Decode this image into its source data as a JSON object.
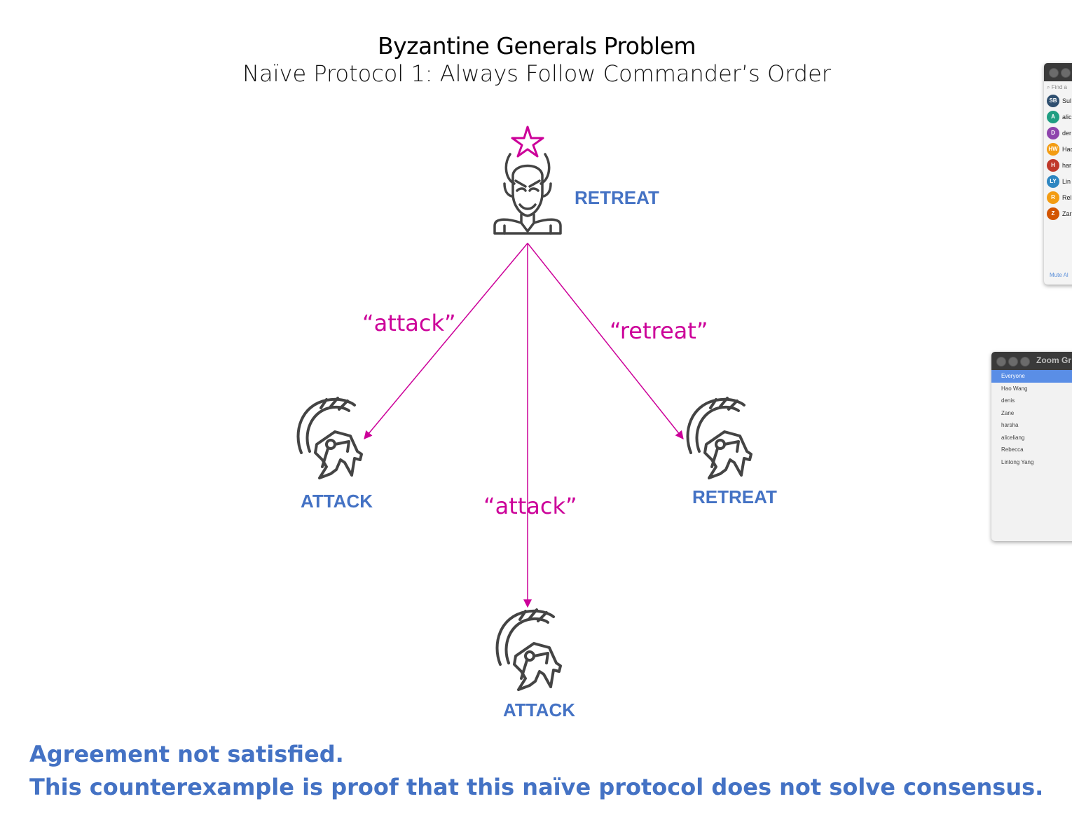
{
  "slide": {
    "title": "Byzantine Generals Problem",
    "subtitle": "Naïve Protocol 1: Always Follow Commander’s Order",
    "commander_decision": "RETREAT",
    "messages": {
      "left": "“attack”",
      "middle": "“attack”",
      "right": "“retreat”"
    },
    "lieutenants": {
      "left": "ATTACK",
      "bottom": "ATTACK",
      "right": "RETREAT"
    },
    "conclusion_line1": "Agreement not satisfied.",
    "conclusion_line2": "This counterexample is proof that this naïve protocol does not solve consensus.",
    "colors": {
      "decision": "#4472c4",
      "message": "#cc0099",
      "icon": "#444444"
    },
    "icons": {
      "commander": "devil-icon",
      "commander_marker": "star-icon",
      "lieutenant": "spartan-helmet-icon"
    }
  },
  "participants_panel": {
    "search_placeholder": "Find a",
    "items": [
      {
        "initials": "SB",
        "name": "Sul",
        "color": "#2f4f6f"
      },
      {
        "initials": "A",
        "name": "alic",
        "color": "#1f9e82"
      },
      {
        "initials": "D",
        "name": "der",
        "color": "#8e44ad"
      },
      {
        "initials": "HW",
        "name": "Hao",
        "color": "#f39c12"
      },
      {
        "initials": "H",
        "name": "har",
        "color": "#c0392b"
      },
      {
        "initials": "LY",
        "name": "Lin",
        "color": "#2e86c1"
      },
      {
        "initials": "R",
        "name": "Rel",
        "color": "#f39c12"
      },
      {
        "initials": "Z",
        "name": "Zar",
        "color": "#d35400"
      }
    ],
    "mute_all": "Mute Al"
  },
  "chat_window": {
    "title": "Zoom Gr",
    "recipients": [
      "Everyone",
      "Hao Wang",
      "denis",
      "Zane",
      "harsha",
      "aliceliang",
      "Rebecca",
      "Lintong Yang"
    ]
  }
}
